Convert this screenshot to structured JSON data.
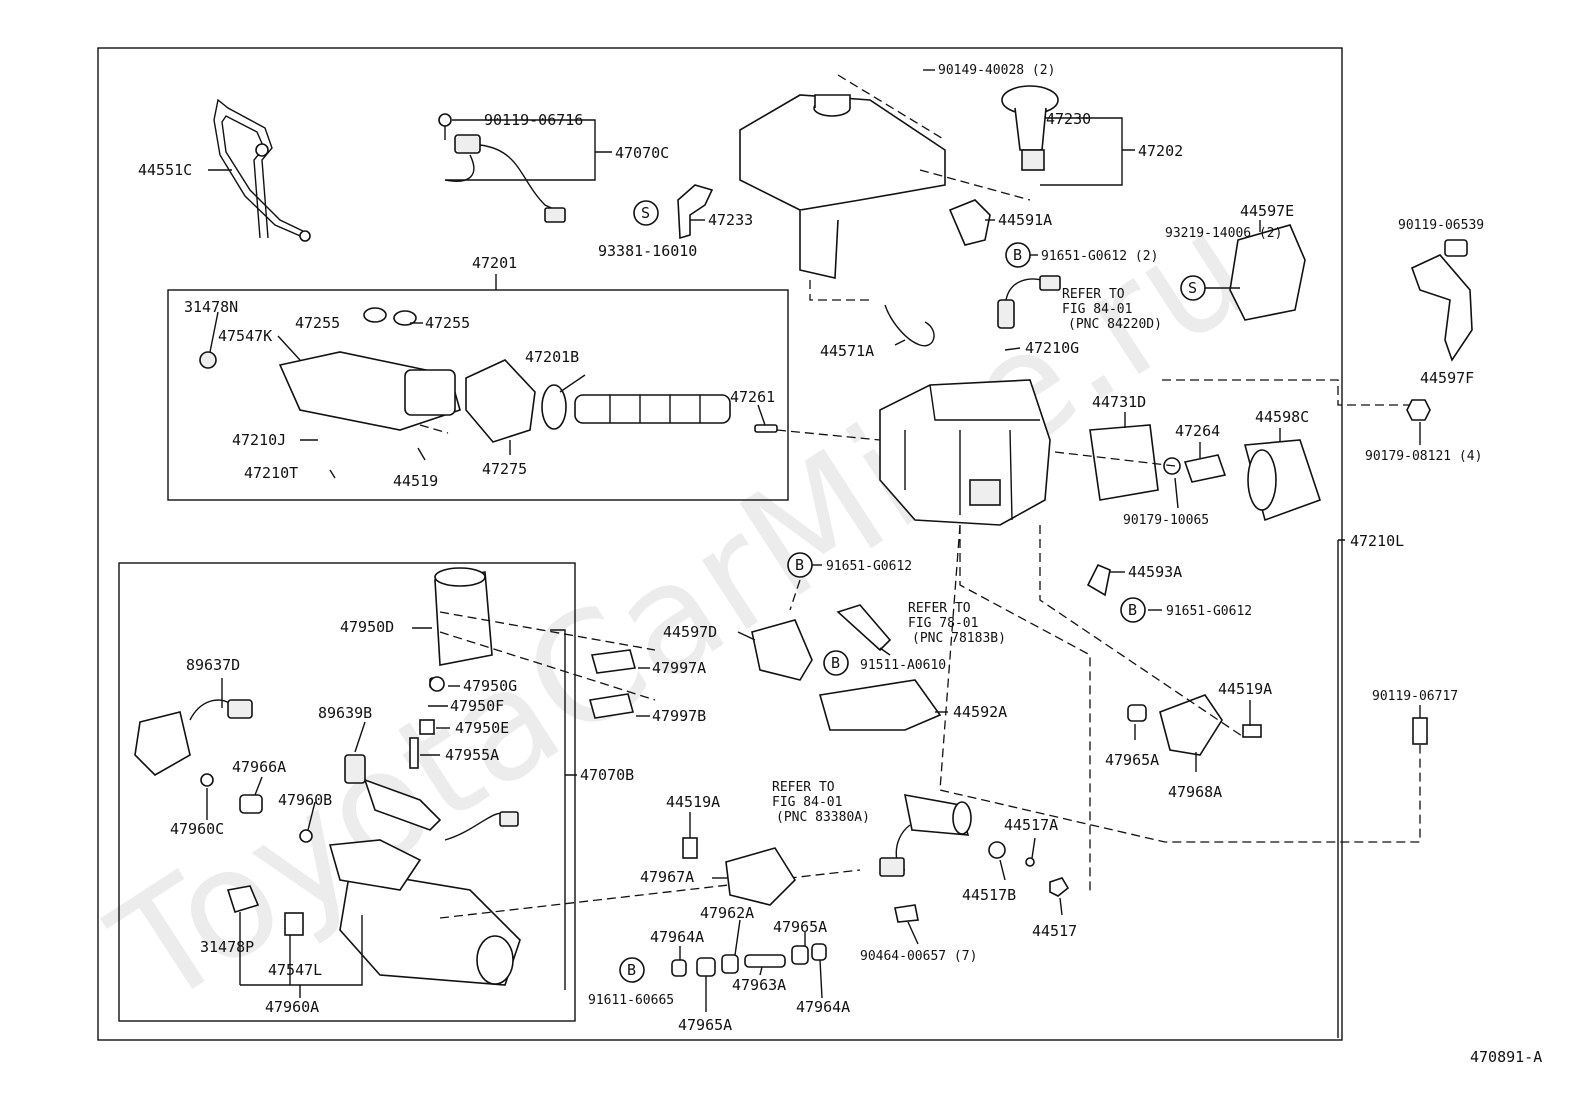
{
  "watermark": "ToyotaCarMine.ru",
  "diagram_code": "470891-A",
  "labels": [
    {
      "id": "l01",
      "text": "44551C"
    },
    {
      "id": "l02",
      "text": "90119-06716"
    },
    {
      "id": "l03",
      "text": "47070C"
    },
    {
      "id": "l04",
      "text": "47233"
    },
    {
      "id": "l05",
      "text": "93381-16010"
    },
    {
      "id": "l06",
      "text": "90149-40028 (2)"
    },
    {
      "id": "l07",
      "text": "47230"
    },
    {
      "id": "l08",
      "text": "47202"
    },
    {
      "id": "l09",
      "text": "44591A"
    },
    {
      "id": "l10",
      "text": "91651-G0612 (2)"
    },
    {
      "id": "l11",
      "text": "93219-14006 (2)"
    },
    {
      "id": "l12",
      "text": "44597E"
    },
    {
      "id": "l13",
      "text": "90119-06539"
    },
    {
      "id": "l14",
      "text": "44597F"
    },
    {
      "id": "l15",
      "text": "47201"
    },
    {
      "id": "l16",
      "text": "31478N"
    },
    {
      "id": "l17",
      "text": "47255"
    },
    {
      "id": "l18",
      "text": "47255"
    },
    {
      "id": "l19",
      "text": "47547K"
    },
    {
      "id": "l20",
      "text": "47201B"
    },
    {
      "id": "l21",
      "text": "47261"
    },
    {
      "id": "l22",
      "text": "47210J"
    },
    {
      "id": "l23",
      "text": "47210T"
    },
    {
      "id": "l24",
      "text": "44519"
    },
    {
      "id": "l25",
      "text": "47275"
    },
    {
      "id": "l26",
      "text": "44571A"
    },
    {
      "id": "l27",
      "text": "REFER TO"
    },
    {
      "id": "l28",
      "text": "FIG 84-01"
    },
    {
      "id": "l29",
      "text": "(PNC 84220D)"
    },
    {
      "id": "l30",
      "text": "47210G"
    },
    {
      "id": "l31",
      "text": "44731D"
    },
    {
      "id": "l32",
      "text": "47264"
    },
    {
      "id": "l33",
      "text": "44598C"
    },
    {
      "id": "l34",
      "text": "90179-08121 (4)"
    },
    {
      "id": "l35",
      "text": "90179-10065"
    },
    {
      "id": "l36",
      "text": "47210L"
    },
    {
      "id": "l37",
      "text": "91651-G0612"
    },
    {
      "id": "l38",
      "text": "44593A"
    },
    {
      "id": "l39",
      "text": "91651-G0612"
    },
    {
      "id": "l40",
      "text": "47950D"
    },
    {
      "id": "l41",
      "text": "89637D"
    },
    {
      "id": "l42",
      "text": "47997A"
    },
    {
      "id": "l43",
      "text": "47950G"
    },
    {
      "id": "l44",
      "text": "47950F"
    },
    {
      "id": "l45",
      "text": "89639B"
    },
    {
      "id": "l46",
      "text": "47950E"
    },
    {
      "id": "l47",
      "text": "47997B"
    },
    {
      "id": "l48",
      "text": "47955A"
    },
    {
      "id": "l49",
      "text": "47966A"
    },
    {
      "id": "l50",
      "text": "47960B"
    },
    {
      "id": "l51",
      "text": "47070B"
    },
    {
      "id": "l52",
      "text": "47960C"
    },
    {
      "id": "l53",
      "text": "31478P"
    },
    {
      "id": "l54",
      "text": "47547L"
    },
    {
      "id": "l55",
      "text": "47960A"
    },
    {
      "id": "l56",
      "text": "44597D"
    },
    {
      "id": "l57",
      "text": "REFER TO"
    },
    {
      "id": "l58",
      "text": "FIG 78-01"
    },
    {
      "id": "l59",
      "text": "(PNC 78183B)"
    },
    {
      "id": "l60",
      "text": "91511-A0610"
    },
    {
      "id": "l61",
      "text": "44592A"
    },
    {
      "id": "l62",
      "text": "44519A"
    },
    {
      "id": "l63",
      "text": "47965A"
    },
    {
      "id": "l64",
      "text": "47968A"
    },
    {
      "id": "l65",
      "text": "90119-06717"
    },
    {
      "id": "l66",
      "text": "REFER TO"
    },
    {
      "id": "l67",
      "text": "FIG 84-01"
    },
    {
      "id": "l68",
      "text": "(PNC 83380A)"
    },
    {
      "id": "l69",
      "text": "44519A"
    },
    {
      "id": "l70",
      "text": "47967A"
    },
    {
      "id": "l71",
      "text": "44517A"
    },
    {
      "id": "l72",
      "text": "44517B"
    },
    {
      "id": "l73",
      "text": "44517"
    },
    {
      "id": "l74",
      "text": "47962A"
    },
    {
      "id": "l75",
      "text": "47965A"
    },
    {
      "id": "l76",
      "text": "47964A"
    },
    {
      "id": "l77",
      "text": "47963A"
    },
    {
      "id": "l78",
      "text": "91611-60665"
    },
    {
      "id": "l79",
      "text": "47965A"
    },
    {
      "id": "l80",
      "text": "47964A"
    },
    {
      "id": "l81",
      "text": "90464-00657 (7)"
    }
  ],
  "markers": [
    {
      "id": "m1",
      "text": "S"
    },
    {
      "id": "m2",
      "text": "B"
    },
    {
      "id": "m3",
      "text": "S"
    },
    {
      "id": "m4",
      "text": "B"
    },
    {
      "id": "m5",
      "text": "B"
    },
    {
      "id": "m6",
      "text": "B"
    },
    {
      "id": "m7",
      "text": "B"
    }
  ]
}
